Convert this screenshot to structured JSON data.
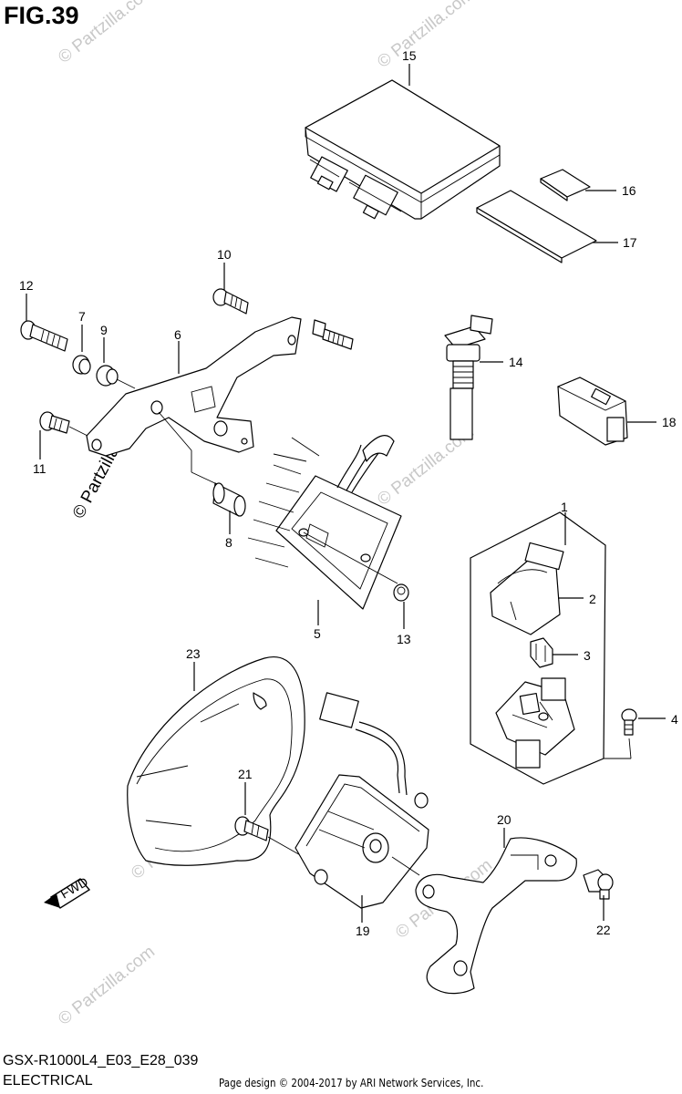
{
  "header": {
    "figure_label": "FIG.39"
  },
  "footer": {
    "model_code": "GSX-R1000L4_E03_E28_039",
    "section_name": "ELECTRICAL",
    "copyright": "Page design © 2004-2017 by ARI Network Services, Inc."
  },
  "watermark": {
    "text": "© Partzilla.com",
    "color": "#c8c8c8"
  },
  "fwd_badge": {
    "text": "FWD"
  },
  "callouts": [
    "1",
    "2",
    "3",
    "4",
    "5",
    "6",
    "7",
    "8",
    "9",
    "10",
    "11",
    "12",
    "13",
    "14",
    "15",
    "16",
    "17",
    "18",
    "19",
    "20",
    "21",
    "22",
    "23"
  ]
}
